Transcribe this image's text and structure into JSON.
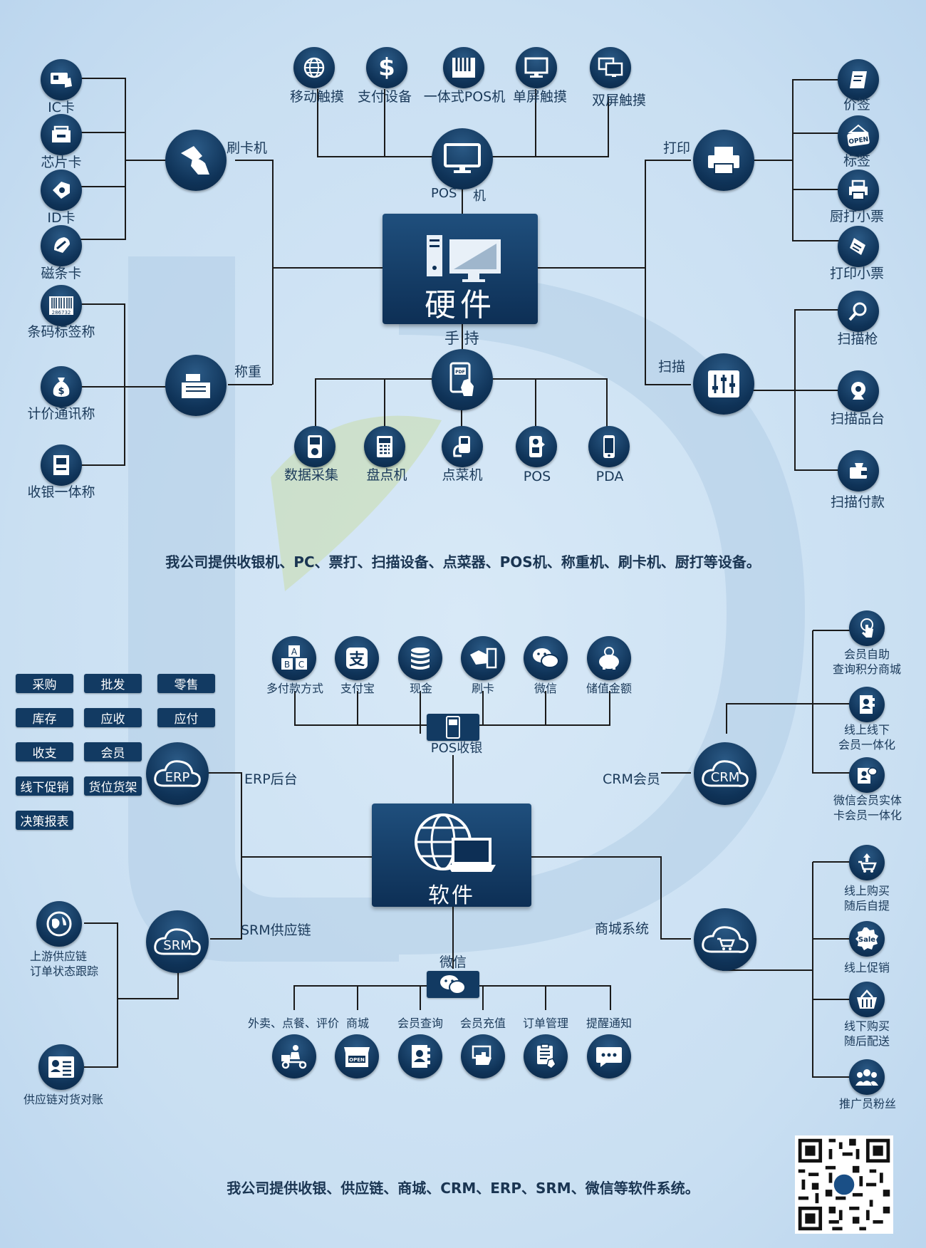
{
  "hardware": {
    "center_label": "硬件",
    "pos": {
      "label_a": "POS",
      "label_b": "机",
      "children": [
        "移动触摸",
        "支付设备",
        "一体式POS机",
        "单屏触摸",
        "双屏触摸"
      ]
    },
    "card": {
      "label": "刷卡机",
      "children": [
        "IC卡",
        "芯片卡",
        "ID卡",
        "磁条卡"
      ]
    },
    "scale": {
      "label": "称重",
      "children": [
        "条码标签称",
        "计价通讯称",
        "收银一体称"
      ]
    },
    "print": {
      "label": "打印",
      "children": [
        "价签",
        "标签",
        "厨打小票",
        "打印小票"
      ]
    },
    "scan": {
      "label": "扫描",
      "children": [
        "扫描枪",
        "扫描品台",
        "扫描付款"
      ]
    },
    "handheld": {
      "label": "手 持",
      "children": [
        "数据采集",
        "盘点机",
        "点菜机",
        "POS",
        "PDA"
      ]
    },
    "note": "我公司提供收银机、PC、票打、扫描设备、点菜器、POS机、称重机、刷卡机、厨打等设备。"
  },
  "software": {
    "center_label": "软件",
    "pos_cashier": {
      "label": "POS收银",
      "children": [
        "多付款方式",
        "支付宝",
        "现金",
        "刷卡",
        "微信",
        "储值金额"
      ]
    },
    "erp": {
      "label": "ERP后台",
      "badge": "ERP",
      "modules": [
        "采购",
        "批发",
        "零售",
        "库存",
        "应收",
        "应付",
        "收支",
        "会员",
        "线下促销",
        "货位货架",
        "决策报表"
      ]
    },
    "srm": {
      "label": "SRM供应链",
      "badge": "SRM",
      "children": [
        [
          "上游供应链",
          "订单状态跟踪"
        ],
        [
          "供应链对货对账"
        ]
      ]
    },
    "crm": {
      "label": "CRM会员",
      "badge": "CRM",
      "children": [
        [
          "会员自助",
          "查询积分商城"
        ],
        [
          "线上线下",
          "会员一体化"
        ],
        [
          "微信会员实体",
          "卡会员一体化"
        ]
      ]
    },
    "mall": {
      "label": "商城系统",
      "children": [
        [
          "线上购买",
          "随后自提"
        ],
        [
          "线上促销"
        ],
        [
          "线下购买",
          "随后配送"
        ],
        [
          "推广员粉丝"
        ]
      ]
    },
    "wechat": {
      "label": "微信",
      "children": [
        "外卖、点餐、评价",
        "商城",
        "会员查询",
        "会员充值",
        "订单管理",
        "提醒通知"
      ]
    },
    "note": "我公司提供收银、供应链、商城、CRM、ERP、SRM、微信等软件系统。"
  },
  "icon_text": {
    "abc_a": "A",
    "abc_b": "B",
    "abc_c": "C",
    "open": "OPEN",
    "sale": "Sale",
    "pdf": "PDF",
    "barcode_no": "286732"
  },
  "colors": {
    "node": "#0f3358",
    "line": "#1a1a1a",
    "background": "#cfe3f4",
    "label": "#1b3a5a"
  }
}
